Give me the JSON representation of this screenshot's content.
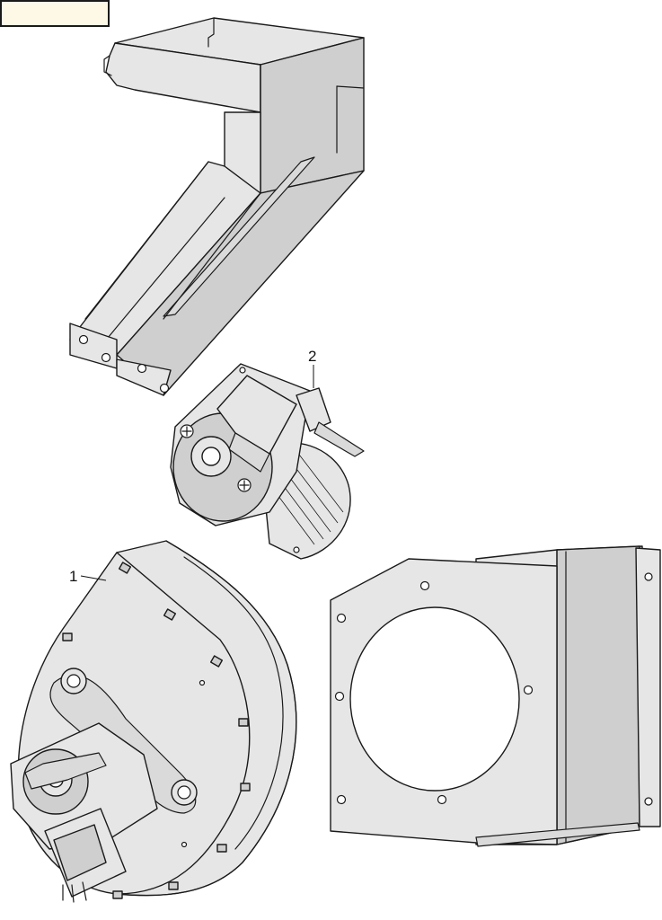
{
  "diagram": {
    "callouts": [
      {
        "id": "1",
        "label": "1"
      },
      {
        "id": "2",
        "label": "2"
      }
    ],
    "colors": {
      "part_fill": "#e6e6e6",
      "outline": "#1a1a1a",
      "label_box_fill": "#fdf9e6"
    }
  }
}
